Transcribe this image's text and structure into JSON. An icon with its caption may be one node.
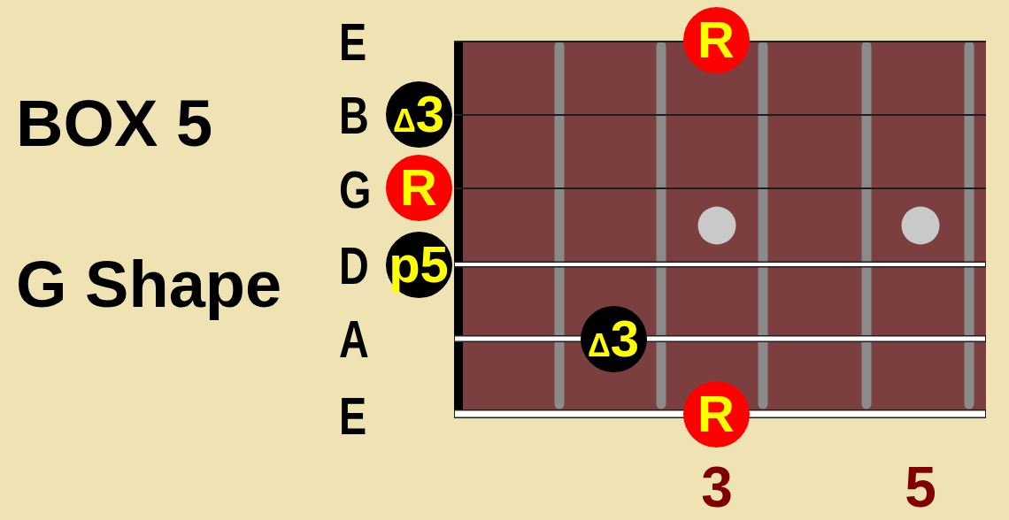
{
  "diagram": {
    "nodes": [
      {
        "text": [
          "R"
        ]
      },
      {
        "text": [
          "Δ3"
        ]
      },
      {
        "text": [
          "R"
        ]
      },
      {
        "text": [
          "p5"
        ]
      },
      {
        "text": [
          "Δ3"
        ]
      },
      {
        "text": [
          "R"
        ]
      }
    ],
    "labels": [
      "BOX 5",
      "G Shape",
      "E",
      "B",
      "G",
      "D",
      "A",
      "E",
      "3",
      "5"
    ]
  }
}
